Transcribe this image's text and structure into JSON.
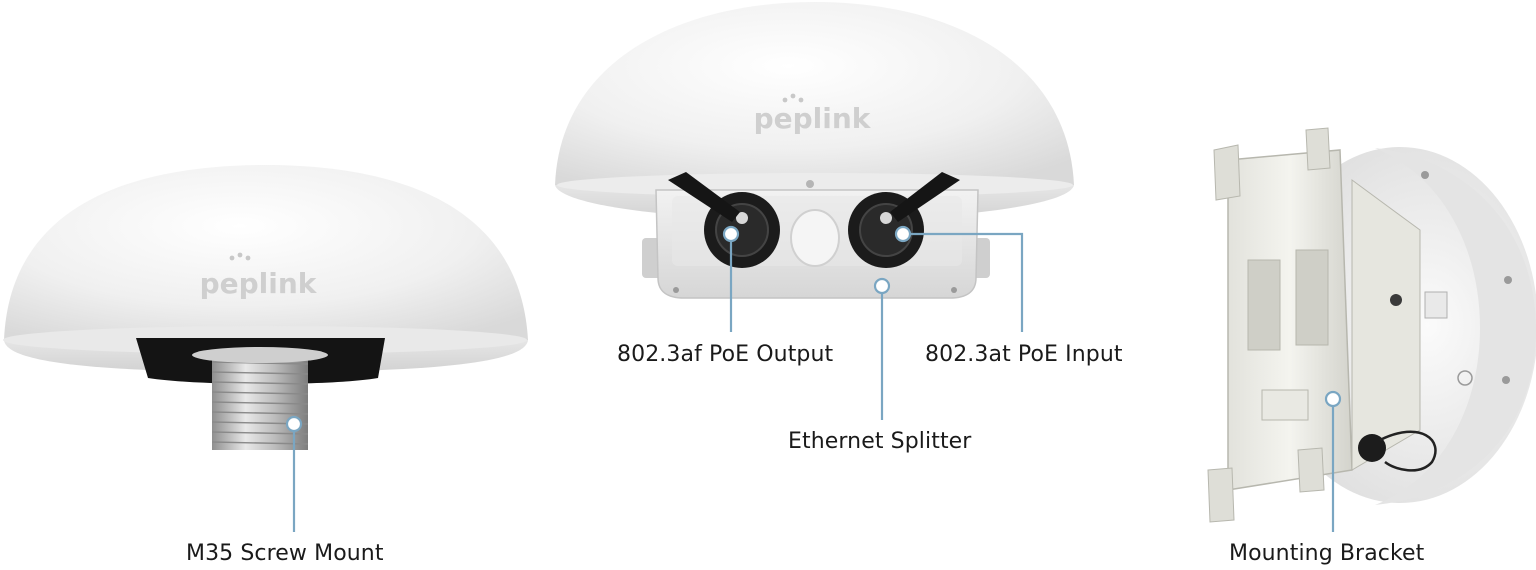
{
  "brand": {
    "logo_text": "peplink"
  },
  "colors": {
    "callout_line": "#7aa6c2",
    "dome": "#f1f1f1",
    "text": "#1a1a1a"
  },
  "devices": [
    {
      "name": "dome-antenna-bottom-view",
      "icon": "dome-antenna-icon"
    },
    {
      "name": "dome-antenna-splitter-view",
      "icon": "dome-antenna-icon"
    },
    {
      "name": "dome-antenna-bracket-view",
      "icon": "mounting-bracket-icon"
    }
  ],
  "callouts": {
    "m35_screw_mount": "M35 Screw Mount",
    "poe_output": "802.3af PoE Output",
    "poe_input": "802.3at PoE Input",
    "ethernet_splitter": "Ethernet Splitter",
    "mounting_bracket": "Mounting Bracket"
  }
}
